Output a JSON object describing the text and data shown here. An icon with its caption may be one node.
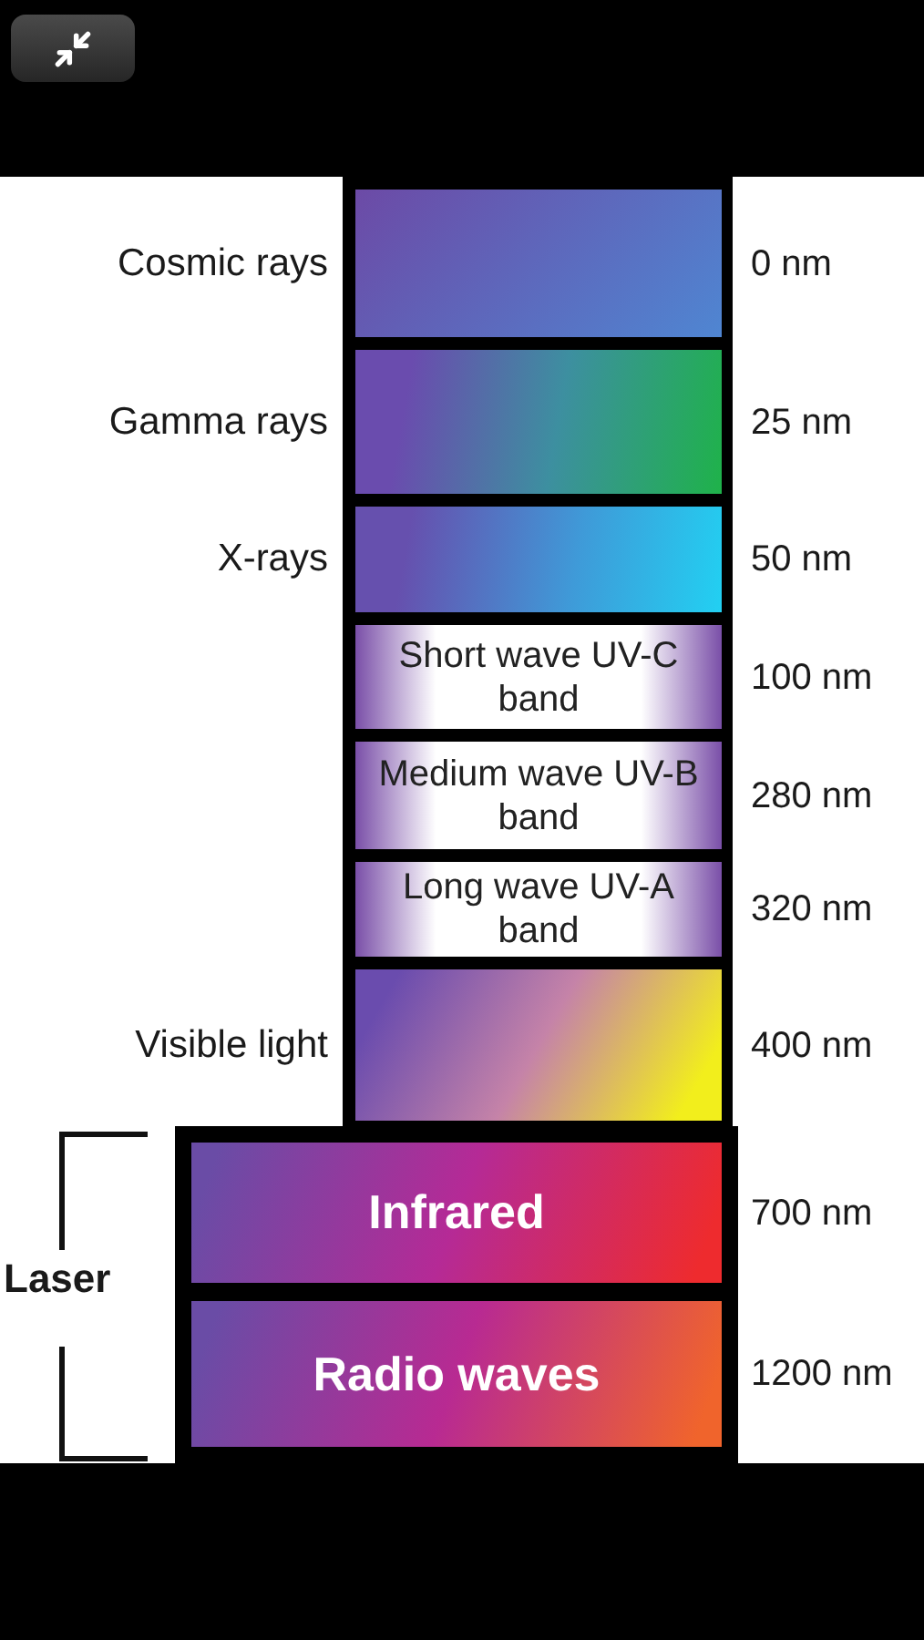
{
  "diagram": {
    "nodes": [
      {
        "text": [],
        "shape": "box",
        "beside": [
          "Cosmic rays",
          "0 nm"
        ]
      },
      {
        "text": [],
        "shape": "box",
        "beside": [
          "Gamma rays",
          "25 nm"
        ]
      },
      {
        "text": [],
        "shape": "box",
        "beside": [
          "X-rays",
          "50 nm"
        ]
      },
      {
        "text": [
          "Short wave UV-C band"
        ],
        "beside": [
          "100 nm"
        ]
      },
      {
        "text": [
          "Medium wave UV-B band"
        ],
        "beside": [
          "280 nm"
        ]
      },
      {
        "text": [
          "Long wave UV-A band"
        ],
        "beside": [
          "320 nm"
        ]
      },
      {
        "text": [],
        "shape": "box",
        "beside": [
          "Visible light",
          "400 nm"
        ]
      },
      {
        "text": [
          "Infrared"
        ],
        "beside": [
          "700 nm"
        ]
      },
      {
        "text": [
          "Radio waves"
        ],
        "beside": [
          "1200 nm"
        ]
      }
    ],
    "labels": [
      "Laser"
    ]
  }
}
